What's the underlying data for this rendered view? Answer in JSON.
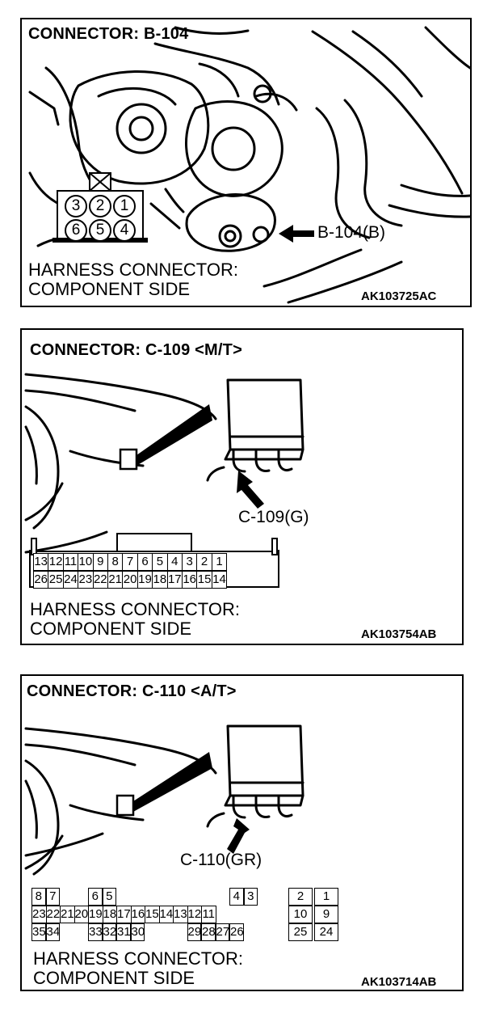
{
  "panels": [
    {
      "title": "CONNECTOR: B-104",
      "callout": "B-104(B)",
      "harness_line1": "HARNESS CONNECTOR:",
      "harness_line2": "COMPONENT SIDE",
      "ref": "AK103725AC",
      "pins": [
        "3",
        "2",
        "1",
        "6",
        "5",
        "4"
      ]
    },
    {
      "title": "CONNECTOR: C-109 <M/T>",
      "callout": "C-109(G)",
      "harness_line1": "HARNESS CONNECTOR:",
      "harness_line2": "COMPONENT SIDE",
      "ref": "AK103754AB",
      "pins_row1": [
        "13",
        "12",
        "11",
        "10",
        "9",
        "8",
        "7",
        "6",
        "5",
        "4",
        "3",
        "2",
        "1"
      ],
      "pins_row2": [
        "26",
        "25",
        "24",
        "23",
        "22",
        "21",
        "20",
        "19",
        "18",
        "17",
        "16",
        "15",
        "14"
      ]
    },
    {
      "title": "CONNECTOR: C-110 <A/T>",
      "callout": "C-110(GR)",
      "harness_line1": "HARNESS CONNECTOR:",
      "harness_line2": "COMPONENT SIDE",
      "ref": "AK103714AB",
      "pins_row1": [
        "8",
        "7",
        "6",
        "5",
        "4",
        "3",
        "2",
        "1"
      ],
      "pins_row2": [
        "23",
        "22",
        "21",
        "20",
        "19",
        "18",
        "17",
        "16",
        "15",
        "14",
        "13",
        "12",
        "11",
        "10",
        "9"
      ],
      "pins_row3": [
        "35",
        "34",
        "33",
        "32",
        "31",
        "30",
        "29",
        "28",
        "27",
        "26",
        "25",
        "24"
      ]
    }
  ]
}
